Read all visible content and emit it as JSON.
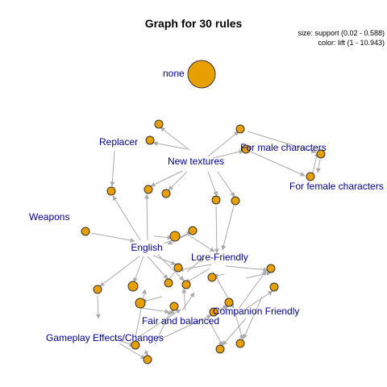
{
  "graph": {
    "title": "Graph for 30 rules",
    "legend_size": "size: support (0.02 - 0.588)",
    "legend_color": "color: lift (1 - 10.943)",
    "node_color": "#e8a000",
    "label_color": "#00008b",
    "edge_color": "#aaaaaa"
  },
  "items": {
    "none": "none",
    "replacer": "Replacer",
    "new_textures": "New textures",
    "male": "For male characters",
    "female": "For female characters",
    "weapons": "Weapons",
    "english": "English",
    "lore": "Lore-Friendly",
    "companion": "Companion Friendly",
    "fair": "Fair and balanced",
    "gameplay": "Gameplay Effects/Changes"
  }
}
